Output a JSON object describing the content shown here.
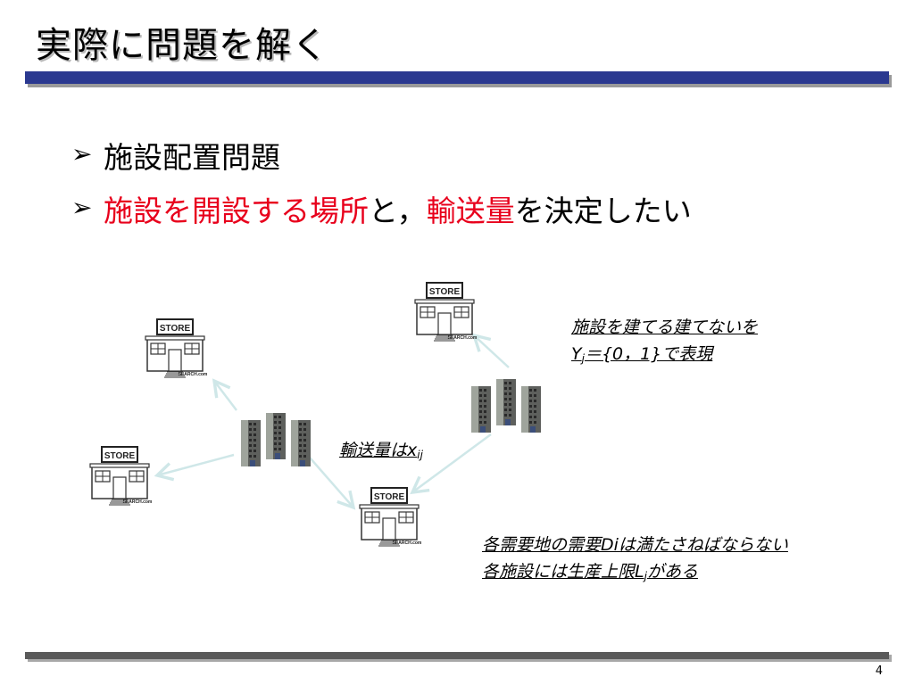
{
  "title": "実際に問題を解く",
  "bullets": [
    {
      "segments": [
        {
          "text": "施設配置問題",
          "color": "#000000"
        }
      ]
    },
    {
      "segments": [
        {
          "text": "施設を開設する場所",
          "color": "#e8001c"
        },
        {
          "text": "と，",
          "color": "#000000"
        },
        {
          "text": "輸送量",
          "color": "#e8001c"
        },
        {
          "text": "を決定したい",
          "color": "#000000"
        }
      ]
    }
  ],
  "notes": {
    "open_line1": "施設を建てる建てないを",
    "open_y": "Y",
    "open_y_sub": "j",
    "open_line2_rest": "＝{0，1}で表現",
    "flow_label": "輸送量は",
    "flow_x": "x",
    "flow_sub": "ij",
    "demand_line": "各需要地の需要Diは満たさねばならない",
    "cap_prefix": "各施設には生産上限L",
    "cap_sub": "j",
    "cap_suffix": "がある"
  },
  "store_sign": "STORE",
  "store_tag": "SEARCH.com",
  "page_number": "4",
  "colors": {
    "title_bar": "#2b3990",
    "arrow": "#cfe7e8",
    "red": "#e8001c"
  }
}
